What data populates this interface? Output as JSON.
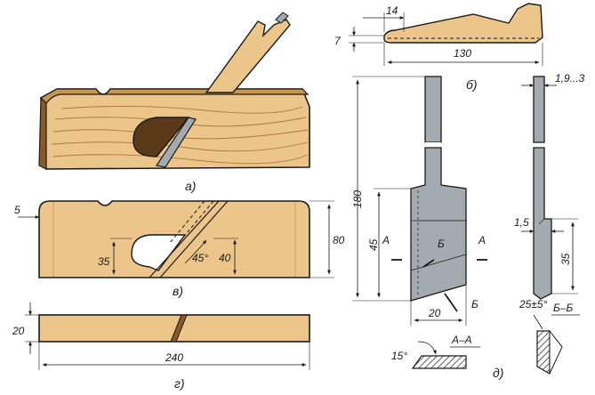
{
  "colors": {
    "wood": "#ecc58a",
    "wood_dark": "#c8964f",
    "wood_shade": "#8a5a26",
    "metal": "#a4abb0",
    "metal_dark": "#5b6166",
    "outline": "#1a1a1a",
    "paper": "#ffffff",
    "accent": "#e0a020"
  },
  "captions": {
    "a": "а)",
    "b": "б)",
    "v": "в)",
    "g": "г)",
    "d": "д)"
  },
  "wedge": {
    "dim_top": "14",
    "dim_height": "7",
    "dim_length": "130"
  },
  "side_view": {
    "dim_left": "5",
    "dim_height": "80",
    "dim_throat": "35",
    "dim_angle": "45°",
    "dim_mouth": "40"
  },
  "top_view": {
    "dim_width": "20",
    "dim_length": "240"
  },
  "blade": {
    "dim_total": "180",
    "dim_body": "45",
    "dim_width": "20",
    "dim_thickness": "1,9...3",
    "dim_step": "1,5",
    "dim_edge": "35",
    "label_a_left": "А",
    "label_a_right": "А",
    "label_b_top": "Б",
    "label_b_bottom": "Б",
    "section_aa": "А–А",
    "section_angle": "15°",
    "section_bb": "Б–Б",
    "section_bb_angle": "25±5°"
  }
}
